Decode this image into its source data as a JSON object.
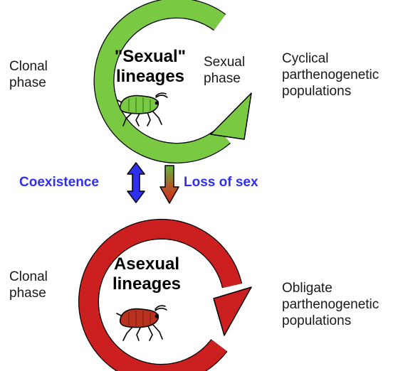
{
  "top_cycle": {
    "title_lines": [
      "\"Sexual\"",
      "lineages"
    ],
    "left_lines": [
      "Clonal",
      "phase"
    ],
    "inner_lines": [
      "Sexual",
      "phase"
    ],
    "right_lines": [
      "Cyclical",
      "parthenogenetic",
      "populations"
    ],
    "color": "#7ac943",
    "icon": "aphid-icon",
    "icon_color": "#7ac943"
  },
  "bottom_cycle": {
    "title_lines": [
      "Asexual",
      "lineages"
    ],
    "left_lines": [
      "Clonal",
      "phase"
    ],
    "right_lines": [
      "Obligate",
      "parthenogenetic",
      "populations"
    ],
    "color": "#cc1f1f",
    "icon": "aphid-icon",
    "icon_color": "#b8321d"
  },
  "links": {
    "coexistence_label": "Coexistence",
    "coexistence_color": "#2f2ff0",
    "loss_label": "Loss of sex",
    "loss_color": "#2f2ff0",
    "coexistence_icon": "double-arrow-icon",
    "loss_icon": "down-arrow-icon"
  }
}
